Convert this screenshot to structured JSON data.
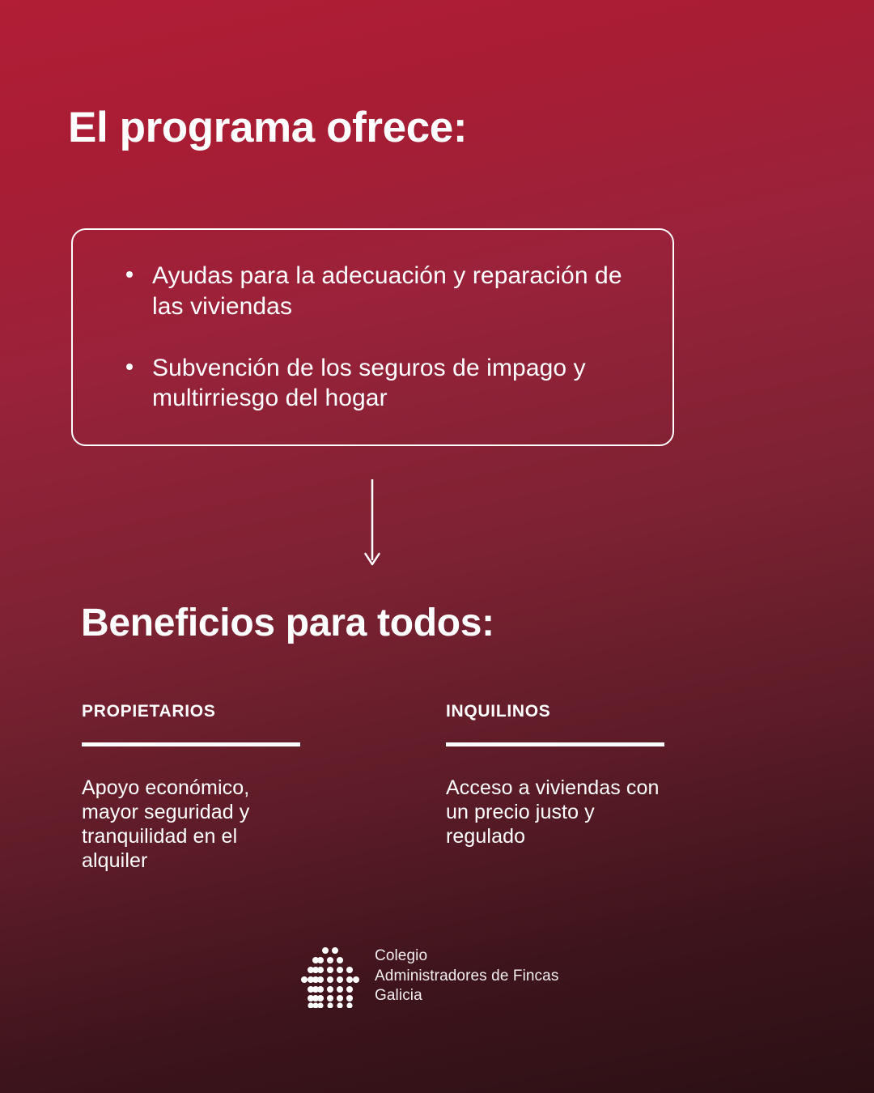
{
  "poster": {
    "background_top_color": "#B11E36",
    "background_bottom_color": "#2A1014",
    "text_color": "#FFFFFF"
  },
  "headings": {
    "main": "El programa ofrece:",
    "second": "Beneficios para todos:"
  },
  "offer_box": {
    "bullets": [
      "Ayudas para la adecuación y reparación de las viviendas",
      "Subvención de los seguros de impago y multirriesgo del hogar"
    ]
  },
  "arrow": {
    "icon": "arrow-down-icon",
    "direction": "down"
  },
  "benefits": {
    "columns": [
      {
        "title": "PROPIETARIOS",
        "text": "Apoyo económico, mayor seguridad y tranquilidad en el alquiler"
      },
      {
        "title": "INQUILINOS",
        "text": "Acceso a viviendas con un precio justo y regulado"
      }
    ]
  },
  "logo": {
    "mark_icon": "house-dot-matrix-logo-icon",
    "line1": "Colegio",
    "line2": "Administradores de Fincas",
    "line3": "Galicia",
    "full_text": "Colegio\nAdministradores de Fincas\nGalicia"
  }
}
